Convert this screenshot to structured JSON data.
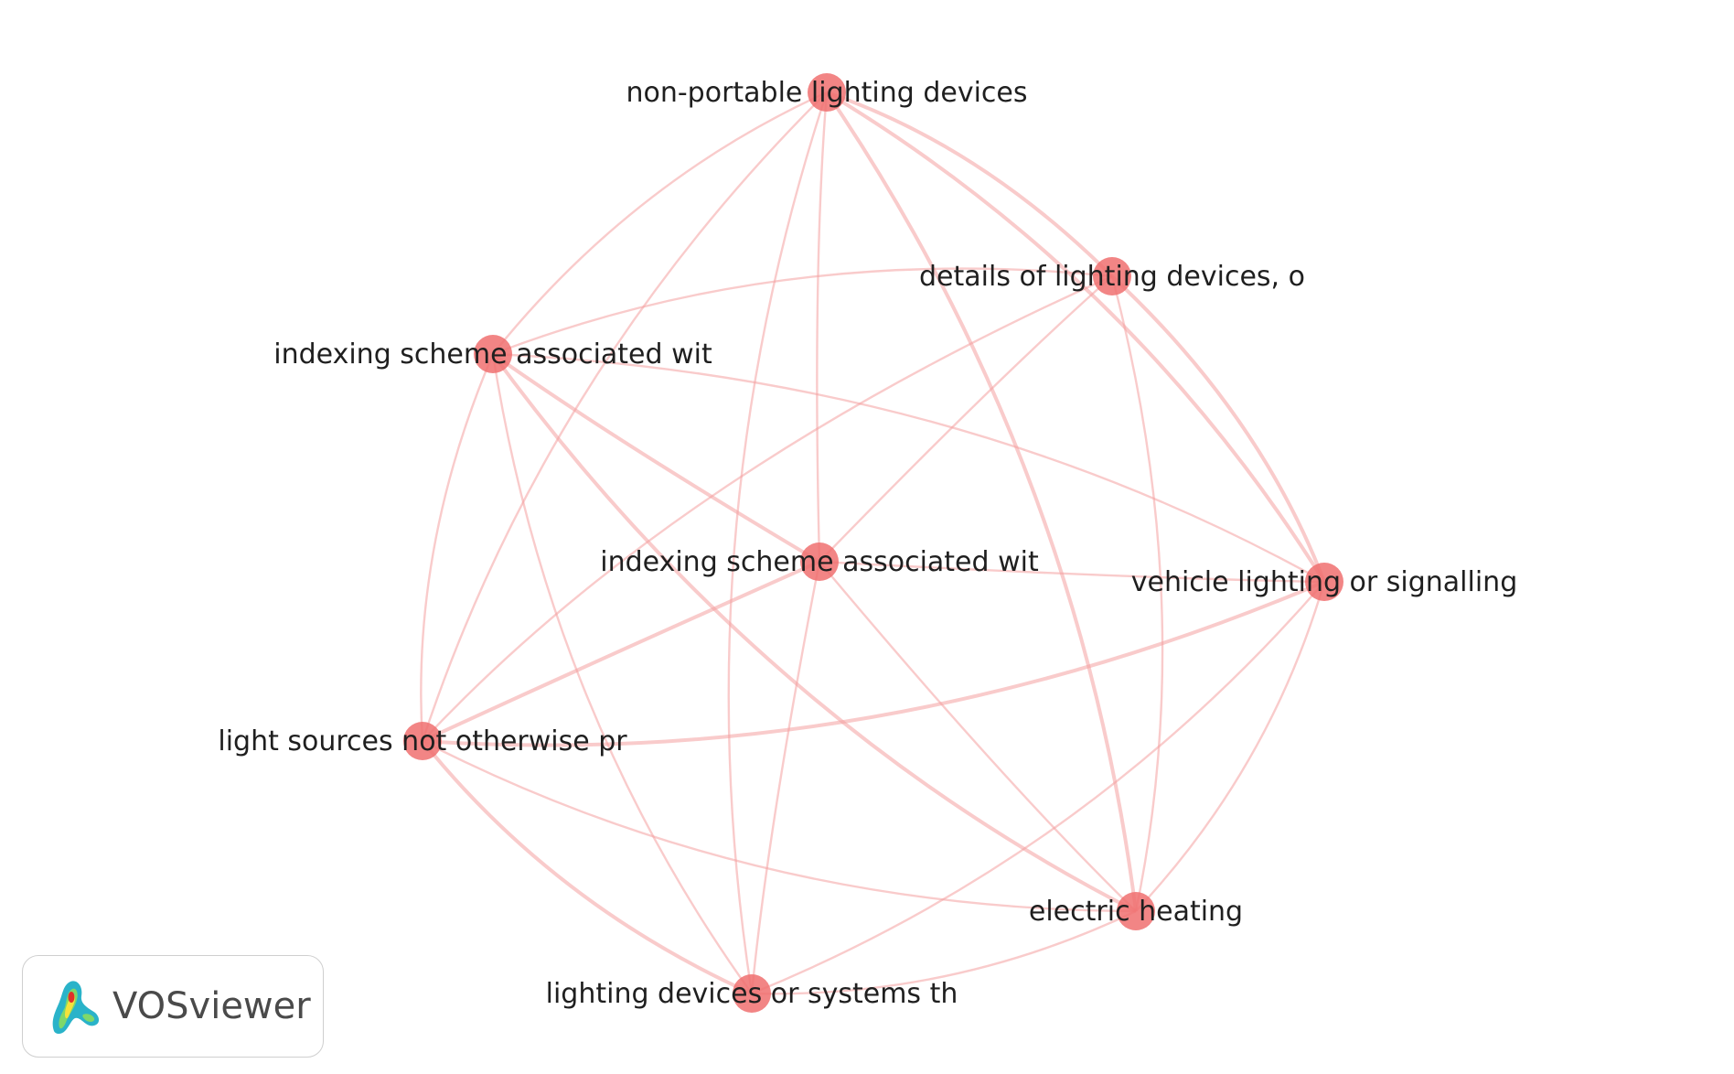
{
  "network": {
    "nodes": [
      {
        "id": "n1",
        "label": "non-portable lighting devices"
      },
      {
        "id": "n2",
        "label": "details of lighting devices, o"
      },
      {
        "id": "n3",
        "label": "indexing scheme associated wit"
      },
      {
        "id": "n4",
        "label": "indexing scheme associated wit"
      },
      {
        "id": "n5",
        "label": "vehicle lighting or signalling"
      },
      {
        "id": "n6",
        "label": "light sources not otherwise pr"
      },
      {
        "id": "n7",
        "label": "electric heating"
      },
      {
        "id": "n8",
        "label": "lighting devices or systems th"
      }
    ],
    "links": [
      [
        "n1",
        "n2"
      ],
      [
        "n1",
        "n3"
      ],
      [
        "n1",
        "n4"
      ],
      [
        "n1",
        "n5"
      ],
      [
        "n1",
        "n6"
      ],
      [
        "n1",
        "n8"
      ],
      [
        "n1",
        "n7"
      ],
      [
        "n2",
        "n3"
      ],
      [
        "n2",
        "n4"
      ],
      [
        "n2",
        "n5"
      ],
      [
        "n2",
        "n6"
      ],
      [
        "n2",
        "n7"
      ],
      [
        "n3",
        "n4"
      ],
      [
        "n3",
        "n6"
      ],
      [
        "n3",
        "n8"
      ],
      [
        "n3",
        "n7"
      ],
      [
        "n3",
        "n5"
      ],
      [
        "n4",
        "n5"
      ],
      [
        "n4",
        "n6"
      ],
      [
        "n4",
        "n8"
      ],
      [
        "n4",
        "n7"
      ],
      [
        "n5",
        "n6"
      ],
      [
        "n5",
        "n7"
      ],
      [
        "n5",
        "n8"
      ],
      [
        "n6",
        "n8"
      ],
      [
        "n6",
        "n7"
      ],
      [
        "n7",
        "n8"
      ]
    ],
    "colors": {
      "node": "#f07070",
      "edge": "#f4a0a0"
    }
  },
  "branding": {
    "logo_text": "VOSviewer"
  }
}
